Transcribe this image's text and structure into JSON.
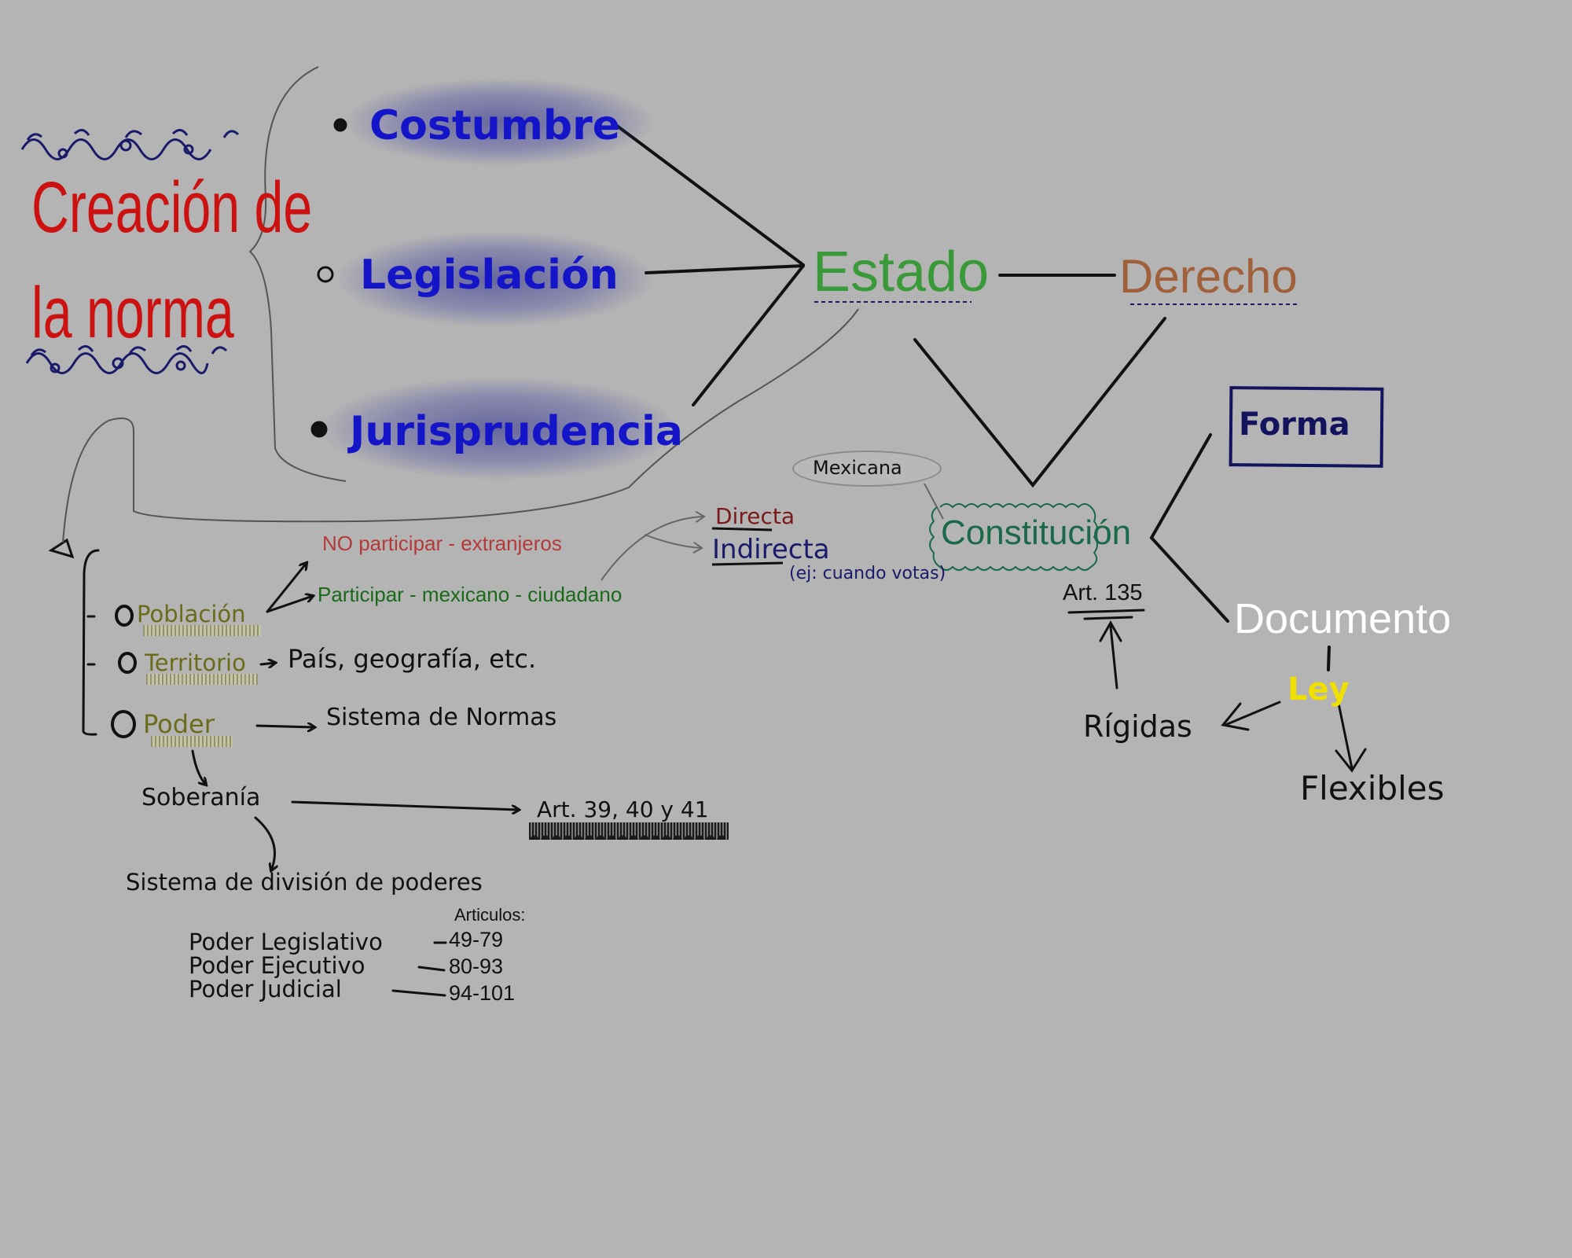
{
  "title": {
    "line1": "Creación de",
    "line2": "la norma"
  },
  "sources": {
    "costumbre": "Costumbre",
    "legislacion": "Legislación",
    "jurisprudencia": "Jurisprudencia"
  },
  "estado": "Estado",
  "derecho": "Derecho",
  "forma": "Forma",
  "documento": "Documento",
  "ley": "Ley",
  "rigidas": "Rígidas",
  "flexibles": "Flexibles",
  "constitucion": "Constitución",
  "mexicana": "Mexicana",
  "art135": "Art. 135",
  "directa": "Directa",
  "indirecta": "Indirecta",
  "indirecta_note": "(ej: cuando votas)",
  "no_participar": "NO participar - extranjeros",
  "participar": "Participar - mexicano - ciudadano",
  "elements": {
    "poblacion": "Población",
    "territorio": "Territorio",
    "poder": "Poder"
  },
  "territorio_desc": "País, geografía, etc.",
  "poder_desc": "Sistema de Normas",
  "soberania": "Soberanía",
  "art_39": "Art. 39, 40 y 41",
  "division": "Sistema de división de poderes",
  "articulos_label": "Articulos:",
  "powers": [
    {
      "name": "Poder Legislativo",
      "articles": "49-79"
    },
    {
      "name": "Poder Ejecutivo",
      "articles": "80-93"
    },
    {
      "name": "Poder Judicial",
      "articles": "94-101"
    }
  ],
  "colors": {
    "background": "#b4b4b4",
    "title": "#cc1111",
    "sources": "#1414c8",
    "estado": "#3a9a3a",
    "derecho": "#a0603a",
    "constitucion": "#1a6a4a",
    "forma": "#13135e",
    "ley": "#f0e000",
    "elements": "#6b6b1a"
  }
}
